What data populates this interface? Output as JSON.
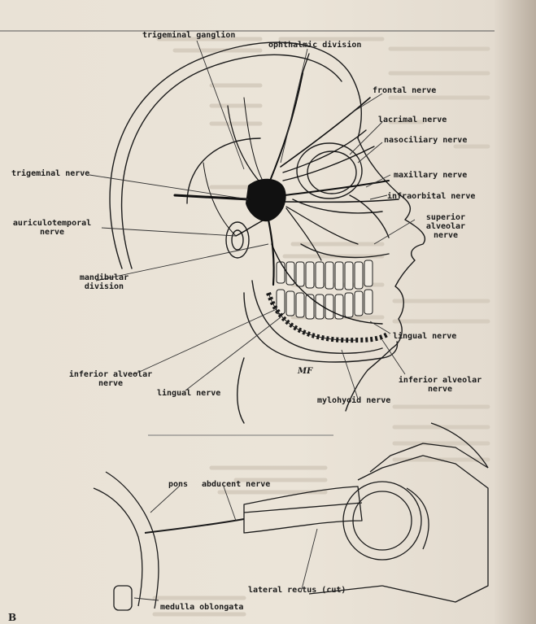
{
  "figure": {
    "labels": {
      "trigeminal_ganglion": "trigeminal ganglion",
      "ophthalmic_division": "ophthalmic division",
      "frontal_nerve": "frontal nerve",
      "lacrimal_nerve": "lacrimal nerve",
      "nasociliary_nerve": "nasociliary nerve",
      "maxillary_nerve": "maxillary nerve",
      "infraorbital_nerve": "infraorbital nerve",
      "superior_alveolar_nerve": "superior\nalveolar\nnerve",
      "trigeminal_nerve": "trigeminal nerve",
      "auriculotemporal_nerve": "auriculotemporal\nnerve",
      "mandibular_division": "mandibular\ndivision",
      "lingual_nerve_right": "lingual nerve",
      "inferior_alveolar_nerve_left": "inferior alveolar\nnerve",
      "lingual_nerve_left": "lingual nerve",
      "inferior_alveolar_nerve_right": "inferior alveolar\nnerve",
      "mylohyoid_nerve": "mylohyoid nerve",
      "artist_mark": "MF",
      "pons": "pons",
      "abducent_nerve": "abducent nerve",
      "lateral_rectus": "lateral rectus (cut)",
      "medulla_oblongata": "medulla oblongata"
    },
    "page_letter": "B"
  },
  "colors": {
    "paper": "#e9e2d6",
    "ink": "#1b1b1b",
    "ghost_text": "#d2c9bb"
  }
}
